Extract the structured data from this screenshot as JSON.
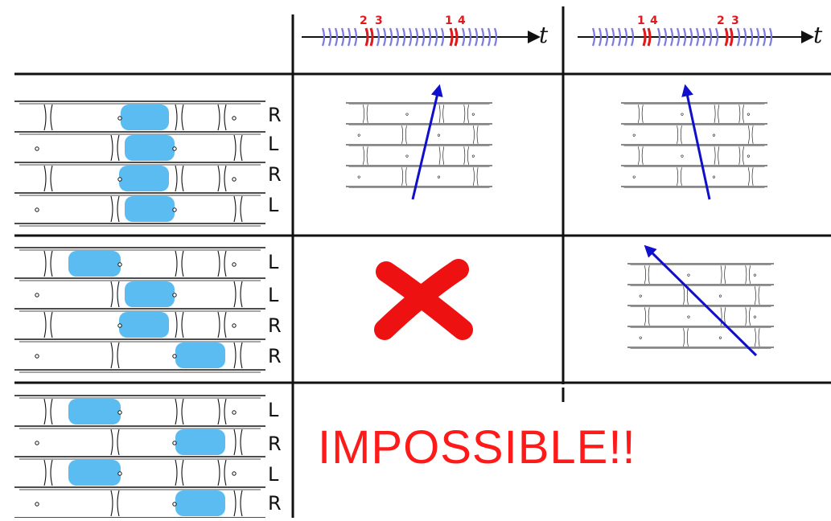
{
  "axis_label": "t",
  "columns": [
    {
      "spike_labels": [
        {
          "pair": "left",
          "text": "2"
        },
        {
          "pair": "left",
          "text": "3"
        },
        {
          "pair": "right",
          "text": "1"
        },
        {
          "pair": "right",
          "text": "4"
        }
      ]
    },
    {
      "spike_labels": [
        {
          "pair": "left",
          "text": "1"
        },
        {
          "pair": "left",
          "text": "4"
        },
        {
          "pair": "right",
          "text": "2"
        },
        {
          "pair": "right",
          "text": "3"
        }
      ]
    }
  ],
  "rows": [
    {
      "labels": [
        "R",
        "L",
        "R",
        "L"
      ]
    },
    {
      "labels": [
        "L",
        "L",
        "R",
        "R"
      ]
    },
    {
      "labels": [
        "L",
        "R",
        "L",
        "R"
      ]
    }
  ],
  "impossible_text": "IMPOSSIBLE!!",
  "colors": {
    "highlight": "#5bbcf2",
    "arrow": "#1010cc",
    "spike_blue": "#7c7ce0",
    "spike_red": "#e0191d",
    "cross": "#ee1111",
    "impossible": "#ff1a1a"
  }
}
